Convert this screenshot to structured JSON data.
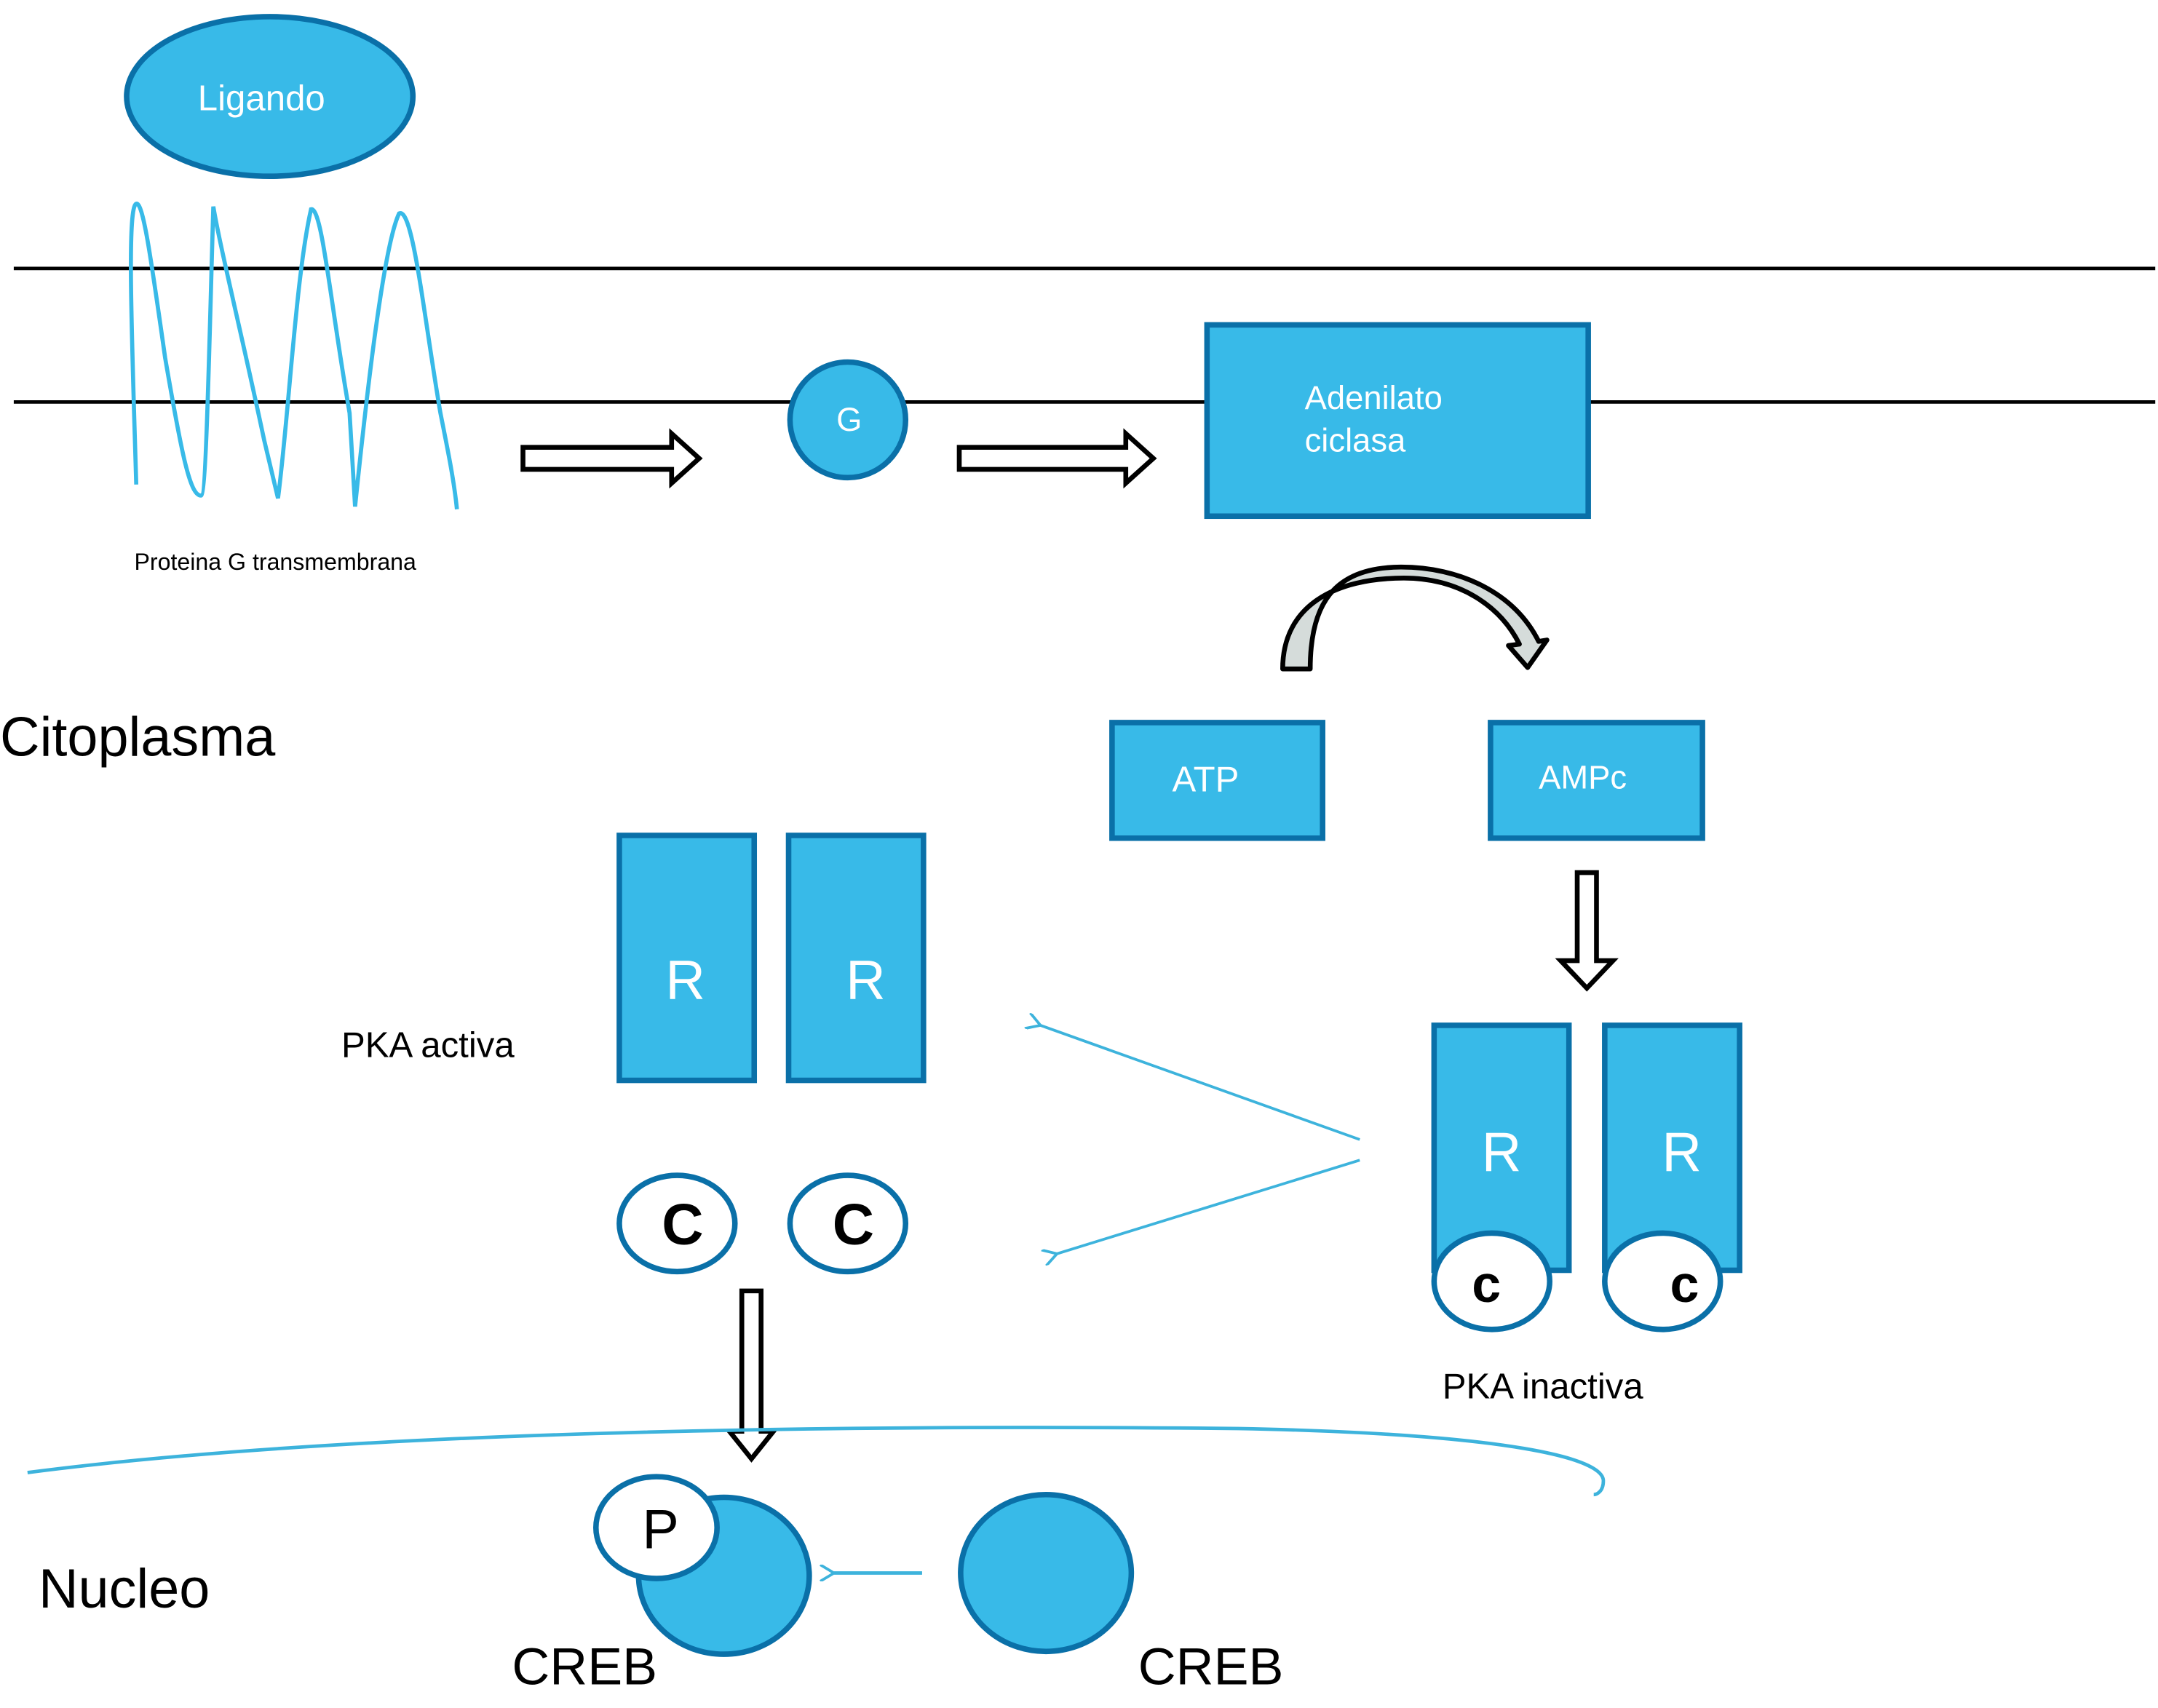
{
  "colors": {
    "fill": "#38BAE8",
    "border": "#0A70A8",
    "line": "#000000",
    "thin_arrow": "#3DB3DC"
  },
  "labels": {
    "ligand": "Ligando",
    "receptor": "Proteina G transmembrana",
    "g_protein": "G",
    "adenylate_cyclase_line1": "Adenilato",
    "adenylate_cyclase_line2": "ciclasa",
    "cytoplasm": "Citoplasma",
    "atp": "ATP",
    "camp": "AMPc",
    "pka_active": "PKA activa",
    "pka_inactive": "PKA inactiva",
    "regulatory": "R",
    "catalytic_upper": "C",
    "catalytic_lower": "c",
    "phosphate": "P",
    "nucleus": "Nucleo",
    "creb": "CREB"
  }
}
